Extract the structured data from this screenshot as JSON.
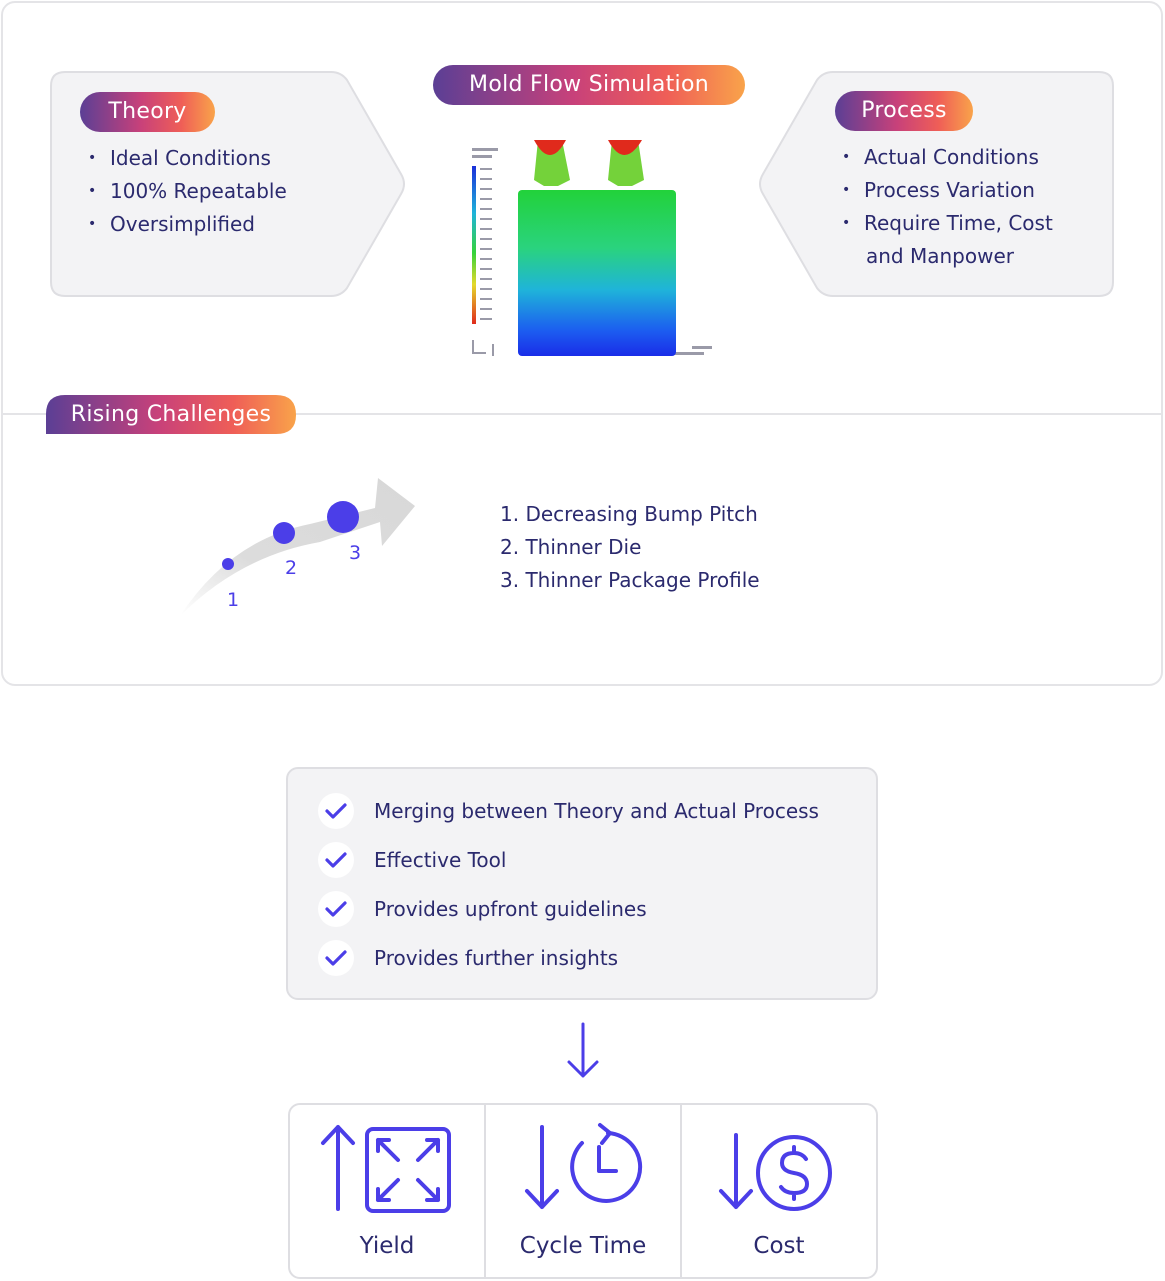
{
  "simulation": {
    "title": "Mold Flow Simulation"
  },
  "theory": {
    "title": "Theory",
    "items": [
      "Ideal Conditions",
      "100% Repeatable",
      "Oversimplified"
    ]
  },
  "process": {
    "title": "Process",
    "items": [
      "Actual Conditions",
      "Process Variation",
      "Require Time, Cost",
      "and Manpower"
    ]
  },
  "rising_challenges": {
    "title": "Rising Challenges",
    "markers": [
      "1",
      "2",
      "3"
    ],
    "items": [
      "1. Decreasing Bump Pitch",
      "2. Thinner Die",
      "3. Thinner Package Profile"
    ]
  },
  "benefits": [
    "Merging between Theory and Actual Process",
    "Effective Tool",
    "Provides upfront guidelines",
    "Provides further insights"
  ],
  "metrics": [
    {
      "label": "Yield",
      "icon": "yield-up-icon"
    },
    {
      "label": "Cycle Time",
      "icon": "cycle-time-down-icon"
    },
    {
      "label": "Cost",
      "icon": "cost-down-icon"
    }
  ],
  "colors": {
    "accent": "#4b3ee8",
    "text": "#2b2a6e",
    "panel": "#f3f3f5",
    "border": "#e4e4e7"
  }
}
